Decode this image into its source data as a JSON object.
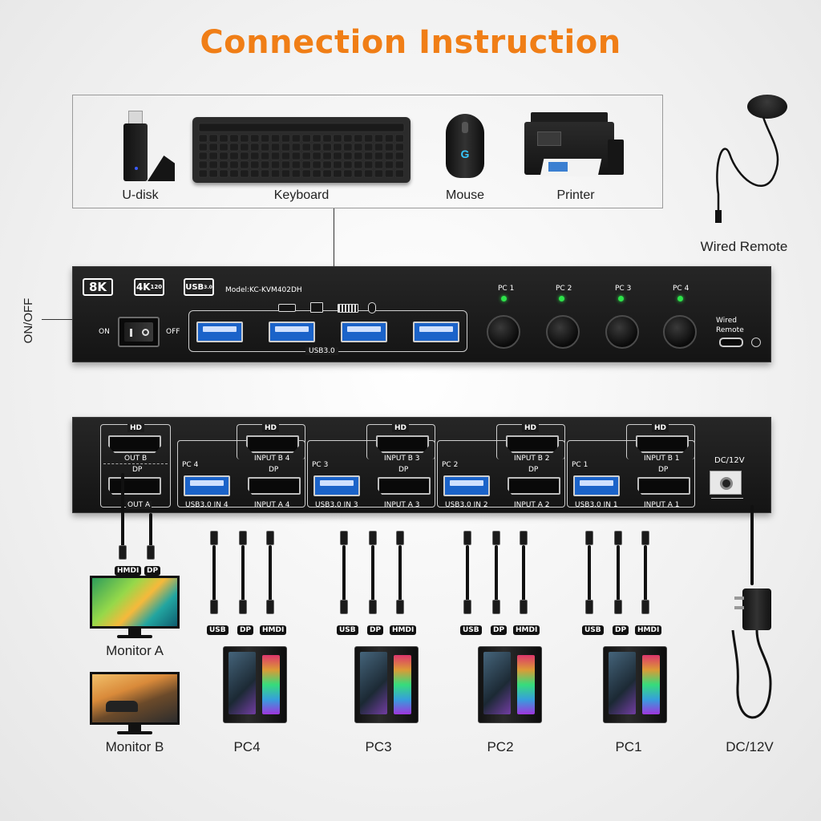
{
  "title": "Connection Instruction",
  "peripherals": [
    "U-disk",
    "Keyboard",
    "Mouse",
    "Printer"
  ],
  "wired_remote_label": "Wired Remote",
  "front_panel": {
    "badge_8k": "8K",
    "badge_4k": "4K",
    "badge_4k_sub": "120",
    "badge_usb": "USB",
    "badge_usb_sub": "3.0",
    "model": "Model:KC-KVM402DH",
    "on": "ON",
    "off": "OFF",
    "usb_label": "USB3.0",
    "pc_buttons": [
      "PC 1",
      "PC 2",
      "PC 3",
      "PC 4"
    ],
    "wired_line1": "Wired",
    "wired_line2": "Remote"
  },
  "on_off_label": "ON/OFF",
  "rear_panel": {
    "hd": "HD",
    "dp": "DP",
    "out_b": "OUT B",
    "out_a": "OUT A",
    "dc": "DC/12V",
    "groups": [
      {
        "pc": "PC 4",
        "input_b": "INPUT B 4",
        "usb_in": "USB3.0 IN 4",
        "input_a": "INPUT A 4"
      },
      {
        "pc": "PC 3",
        "input_b": "INPUT B 3",
        "usb_in": "USB3.0 IN 3",
        "input_a": "INPUT A 3"
      },
      {
        "pc": "PC 2",
        "input_b": "INPUT B 2",
        "usb_in": "USB3.0 IN 2",
        "input_a": "INPUT A 2"
      },
      {
        "pc": "PC 1",
        "input_b": "INPUT B 1",
        "usb_in": "USB3.0 IN 1",
        "input_a": "INPUT A 1"
      }
    ]
  },
  "cable_tags": {
    "hmdi": "HMDI",
    "dp": "DP",
    "usb": "USB"
  },
  "monitors": [
    "Monitor A",
    "Monitor B"
  ],
  "pcs": [
    "PC4",
    "PC3",
    "PC2",
    "PC1"
  ],
  "power_label": "DC/12V"
}
